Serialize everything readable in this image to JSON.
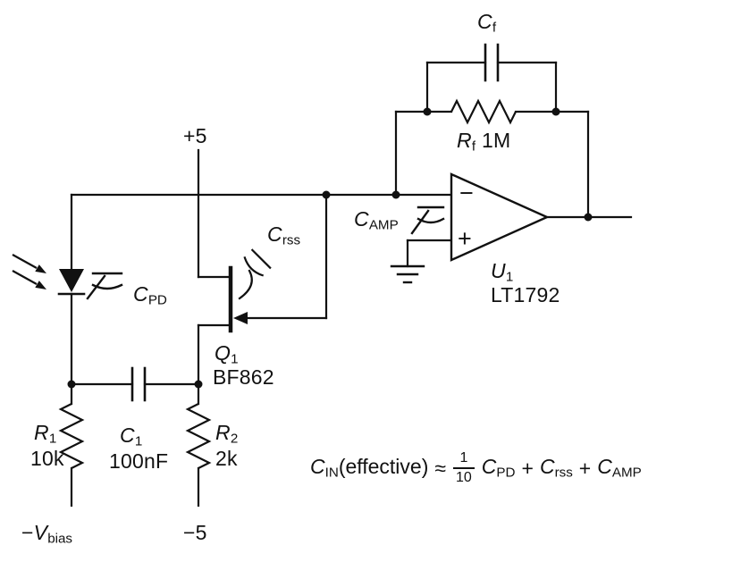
{
  "colors": {
    "ink": "#111111",
    "background": "#ffffff"
  },
  "feedback": {
    "cf": {
      "sym": "C",
      "sub": "f"
    },
    "rf": {
      "sym": "R",
      "sub": "f",
      "value": "1M"
    }
  },
  "supplies": {
    "positive_rail": "+5",
    "negative_rail": "−5",
    "bias": {
      "prefix": "−",
      "sym": "V",
      "sub": "bias"
    }
  },
  "opamp": {
    "ref": {
      "sym": "U",
      "sub": "1"
    },
    "part": "LT1792",
    "inverting_sign": "−",
    "noninverting_sign": "+"
  },
  "jfet": {
    "ref": {
      "sym": "Q",
      "sub": "1"
    },
    "part": "BF862"
  },
  "capacitors": {
    "crss": {
      "sym": "C",
      "sub": "rss"
    },
    "camp": {
      "sym": "C",
      "sub": "AMP"
    },
    "cpd": {
      "sym": "C",
      "sub": "PD"
    },
    "c1": {
      "sym": "C",
      "sub": "1",
      "value": "100nF"
    }
  },
  "resistors": {
    "r1": {
      "sym": "R",
      "sub": "1",
      "value": "10k"
    },
    "r2": {
      "sym": "R",
      "sub": "2",
      "value": "2k"
    }
  },
  "formula": {
    "lhs": {
      "sym": "C",
      "sub": "IN",
      "suffix": "(effective)"
    },
    "approx": "≈",
    "fraction": {
      "num": "1",
      "den": "10"
    },
    "term1": {
      "sym": "C",
      "sub": "PD"
    },
    "op1": "+",
    "term2": {
      "sym": "C",
      "sub": "rss"
    },
    "op2": "+",
    "term3": {
      "sym": "C",
      "sub": "AMP"
    }
  }
}
